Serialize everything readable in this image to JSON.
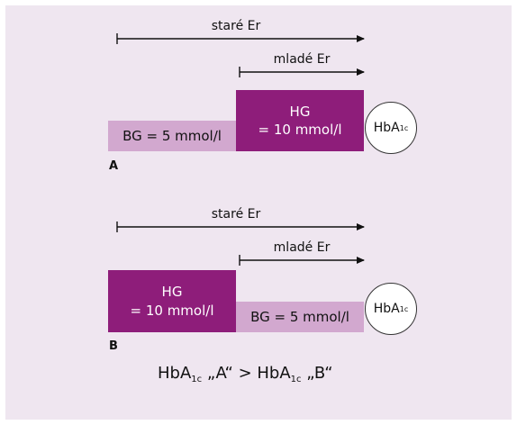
{
  "panel_a": {
    "label": "A",
    "old_er_label": "staré Er",
    "young_er_label": "mladé Er",
    "bg_box": "BG = 5 mmol/l",
    "hg_title": "HG",
    "hg_value": "= 10 mmol/l",
    "hba_main": "HbA",
    "hba_sub": "1c"
  },
  "panel_b": {
    "label": "B",
    "old_er_label": "staré Er",
    "young_er_label": "mladé Er",
    "hg_title": "HG",
    "hg_value": "= 10 mmol/l",
    "bg_box": "BG = 5 mmol/l",
    "hba_main": "HbA",
    "hba_sub": "1c"
  },
  "formula": {
    "p1": "HbA",
    "s1": "1c",
    "p2": " „A“ > HbA",
    "s2": "1c",
    "p3": " „B“"
  },
  "colors": {
    "background": "#efe6f0",
    "hyperglycemia": "#8e1d7a",
    "normoglycemia": "#d2a8cf"
  }
}
